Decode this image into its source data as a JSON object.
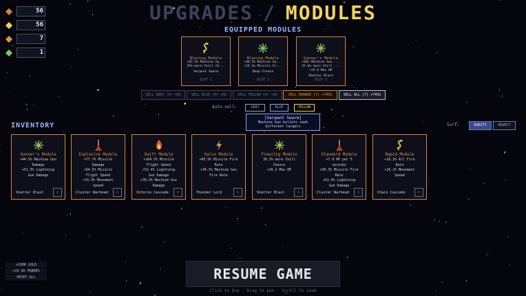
{
  "resources": [
    {
      "icon": "red-gem-icon",
      "color": "#d8843c",
      "value": "56"
    },
    {
      "icon": "yellow-gem-icon",
      "color": "#f3d35b",
      "value": "56"
    },
    {
      "icon": "orange-gem-icon",
      "color": "#e1914a",
      "value": "7"
    },
    {
      "icon": "green-gem-icon",
      "color": "#7ecb5a",
      "value": "1"
    }
  ],
  "title": {
    "left": "UPGRADES",
    "sep": "/",
    "right": "MODULES"
  },
  "equipped": {
    "heading": "EQUIPPED MODULES",
    "slots": [
      {
        "name": "Blazing Module",
        "icon": "serpent-icon",
        "stats": [
          "+62.5% Machine Gu...",
          "25% more Chill Ch..."
        ],
        "special": "Serpent Swarm",
        "slot": "SLOT 1"
      },
      {
        "name": "Blazing Module",
        "icon": "snowflake-icon",
        "stats": [
          "+46.5% Machine Gu...",
          "+25.1% Missile Fi..."
        ],
        "special": "Deep Freeze",
        "slot": "SLOT 2"
      },
      {
        "name": "Gunner's Module",
        "icon": "burst-icon",
        "stats": [
          "+64% Machine Gun ...",
          "25.6% more Chill ...",
          "+25.6 Max HP"
        ],
        "special": "Shatter Blast",
        "slot": "SLOT 3"
      }
    ]
  },
  "sell": [
    {
      "label": "SELL GRAY (0) +0G",
      "state": "off"
    },
    {
      "label": "SELL BLUE (0) +0G",
      "state": "off"
    },
    {
      "label": "SELL YELLOW (0) +0G",
      "state": "off"
    },
    {
      "label": "SELL ORANGE (7) +745G",
      "state": "orange"
    },
    {
      "label": "SELL ALL (7) +745G",
      "state": "all"
    }
  ],
  "autosell": {
    "label": "Auto-sell:",
    "options": [
      {
        "label": "GRAY",
        "color": "#9aa2b8"
      },
      {
        "label": "BLUE",
        "color": "#8ea6ff"
      },
      {
        "label": "YELLOW",
        "color": "#f3d35b"
      }
    ]
  },
  "tooltip": {
    "title": "[Serpent Swarm]",
    "line1": "Machine Gun bullets seek",
    "line2": "different targets"
  },
  "inventory": {
    "heading": "INVENTORY",
    "sort_label": "Sort:",
    "sort": [
      {
        "label": "RARITY",
        "active": true
      },
      {
        "label": "NEWEST",
        "active": false
      }
    ],
    "items": [
      {
        "name": "Gunner's Module",
        "icon": "burst-icon",
        "stats": [
          "+44.5% Machine Gun",
          "Damage",
          "+51.5% Lightning",
          "Gun Damage"
        ],
        "special": "Shatter Blast"
      },
      {
        "name": "Explosive Module",
        "icon": "turret-icon",
        "stats": [
          "+77.7% Missile",
          "Damage",
          "+64.5% Missile",
          "Flight Speed",
          "+25.9% Movement",
          "Speed"
        ],
        "special": "Cluster Warhead"
      },
      {
        "name": "Swift Module",
        "icon": "flame-icon",
        "stats": [
          "+104.5% Missile",
          "Flight Speed",
          "+52.4% Lightning",
          "Gun Damage",
          "+39.3% Machine Gun",
          "Damage"
        ],
        "special": "Inferno Cascade"
      },
      {
        "name": "Salvo Module",
        "icon": "bolt-icon",
        "stats": [
          "+65.5% Missile Fire",
          "Rate",
          "+39.3% Machine Gun",
          "Fire Rate"
        ],
        "special": "Thunder Lord"
      },
      {
        "name": "Freezing Module",
        "icon": "burst-icon",
        "stats": [
          "39.3% more Chill",
          "Chance",
          "+26.2 Max HP"
        ],
        "special": "Shatter Blast"
      },
      {
        "name": "Standard Module",
        "icon": "turret-icon",
        "stats": [
          "+7.9 HP per 5",
          "seconds",
          "+39.3% Missile Fire",
          "Rate",
          "+52.4% Lightning",
          "Gun Damage"
        ],
        "special": "Cluster Warhead"
      },
      {
        "name": "Rapid Module",
        "icon": "serpent-icon",
        "stats": [
          "+26.2% All Fire",
          "Rate",
          "+26.2% Movement",
          "Speed"
        ],
        "special": "Chain Cascade"
      }
    ]
  },
  "star_glyph": "☆",
  "cheats": [
    "+100K GOLD",
    "+10 OD FRAMES",
    "RESET ALL"
  ],
  "resume": "RESUME GAME",
  "hint": "Click to buy · Drag to pan · Scroll to zoom"
}
